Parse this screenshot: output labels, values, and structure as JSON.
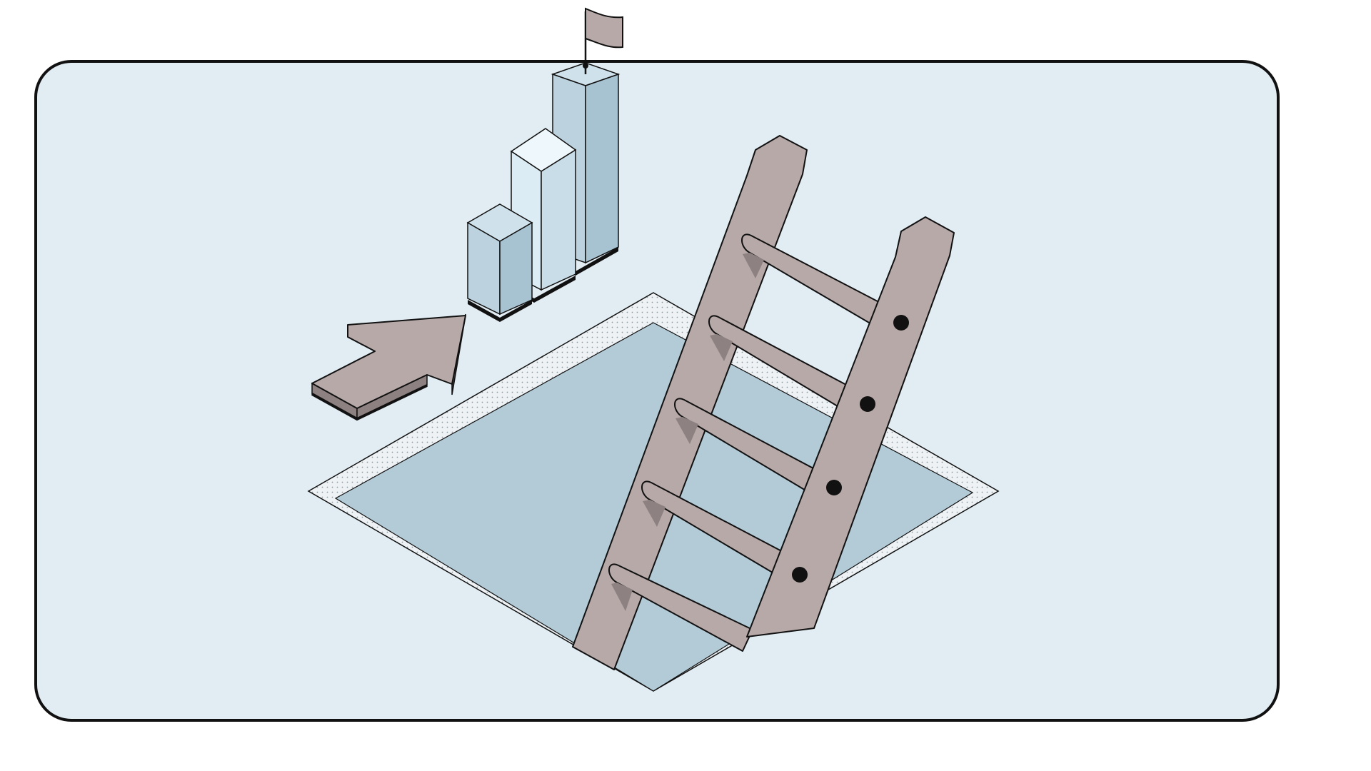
{
  "illustration": {
    "subject": "ladder-out-of-hole-with-growth-bars",
    "colors": {
      "panel": "#e2edf3",
      "outline": "#111111",
      "ladder": "#b6a9a8",
      "ladder_shadow": "#8d8181",
      "hole_floor": "#b3cad7",
      "hole_rim": "#eef2f4",
      "bar_blue": "#bcd3df",
      "bar_light": "#dcecf4",
      "flag": "#b6a9a8"
    },
    "icons": [
      "flag-icon",
      "arrow-icon",
      "ladder-icon"
    ],
    "bars": [
      {
        "name": "short-bar",
        "level": 1
      },
      {
        "name": "medium-bar",
        "level": 2
      },
      {
        "name": "tall-bar",
        "level": 3
      }
    ],
    "ladder_rungs": 5
  }
}
